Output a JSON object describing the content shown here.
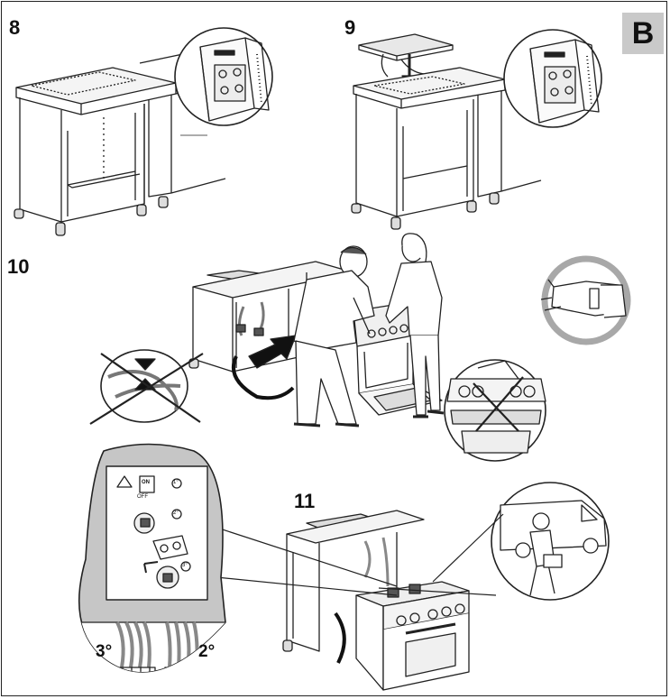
{
  "section_badge": "B",
  "steps": {
    "s8": "8",
    "s9": "9",
    "s10": "10",
    "s11": "11"
  },
  "terminals": {
    "left": "3°",
    "right": "2°"
  },
  "manual_labels": {
    "switch_on": "ON",
    "switch_off": "OFF",
    "fig1": "1°",
    "fig2": "2°",
    "fig3": "3°"
  },
  "colors": {
    "line": "#222222",
    "badge_bg": "#c9c9c9",
    "glove_ring": "#a8a8a8",
    "zoom_fill": "#c6c6c6"
  },
  "icons": [
    "booklet-icon",
    "glove-icon",
    "cross-icon",
    "arrow-icon",
    "warning-icon",
    "van-icon"
  ]
}
